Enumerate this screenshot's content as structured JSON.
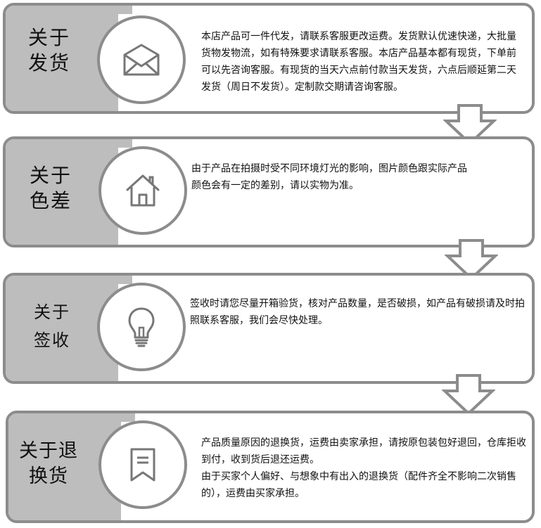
{
  "sections": [
    {
      "title_line1": "关于",
      "title_line2": "发货",
      "icon": "envelope-icon",
      "paragraphs": [
        "本店产品可一件代发，请联系客服更改运费。发货默认优速快递，大批量货物发物流，如有特殊要求请联系客服。本店产品基本都有现货，下单前可以先咨询客服。有现货的当天六点前付款当天发货，六点后顺延第二天发货（周日不发货）。定制款交期请咨询客服。"
      ]
    },
    {
      "title_line1": "关于",
      "title_line2": "色差",
      "icon": "house-icon",
      "paragraphs": [
        "由于产品在拍摄时受不同环境灯光的影响，图片颜色跟实际产品颜色会有一定的差别，请以实物为准。"
      ]
    },
    {
      "title_line1": "关于",
      "title_line2": "签收",
      "icon": "lightbulb-icon",
      "paragraphs": [
        "签收时请您尽量开箱验货，核对产品数量，是否破损，如产品有破损请及时拍照联系客服，我们会尽快处理。"
      ]
    },
    {
      "title_line1": "关于退",
      "title_line2": "换货",
      "icon": "bookmark-icon",
      "paragraphs": [
        "产品质量原因的退换货，运费由卖家承担，请按原包装包好退回，仓库拒收到付，收到货后退还运费。",
        "由于买家个人偏好、与想象中有出入的退换货（配件齐全不影响二次销售的），运费由买家承担。"
      ]
    }
  ],
  "colors": {
    "border": "#8c8c8c",
    "band": "#bdbdbd",
    "background": "#ffffff"
  }
}
